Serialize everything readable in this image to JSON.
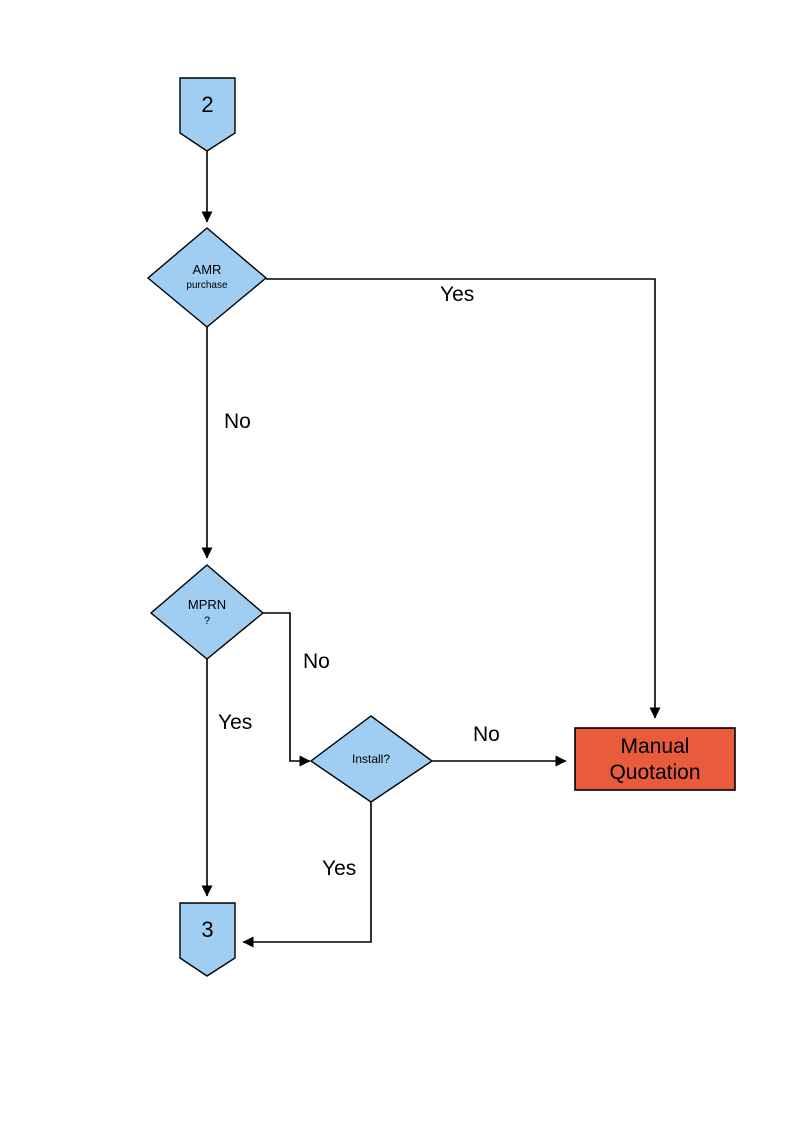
{
  "diagram": {
    "type": "flowchart",
    "title": "",
    "background": "#ffffff",
    "colors": {
      "process_fill": "#9FCEF2",
      "decision_fill": "#9FCEF2",
      "terminator_fill": "#9FCEF2",
      "manual_fill": "#E85B3C",
      "stroke": "#000000",
      "text": "#000000"
    },
    "nodes": {
      "start_connector": {
        "label": "2",
        "shape": "pentagon-connector"
      },
      "amr_decision": {
        "line1": "AMR",
        "line2": "purchase",
        "shape": "diamond"
      },
      "mprn_decision": {
        "line1": "MPRN",
        "line2": "?",
        "shape": "diamond"
      },
      "install_decision": {
        "label": "Install?",
        "shape": "diamond"
      },
      "manual_quotation": {
        "line1": "Manual",
        "line2": "Quotation",
        "shape": "rectangle"
      },
      "end_connector": {
        "label": "3",
        "shape": "pentagon-connector"
      }
    },
    "edges": [
      {
        "id": "start-to-amr",
        "from": "start_connector",
        "to": "amr_decision",
        "label": ""
      },
      {
        "id": "amr-yes",
        "from": "amr_decision",
        "to": "manual_quotation",
        "label": "Yes"
      },
      {
        "id": "amr-no",
        "from": "amr_decision",
        "to": "mprn_decision",
        "label": "No"
      },
      {
        "id": "mprn-no",
        "from": "mprn_decision",
        "to": "install_decision",
        "label": "No"
      },
      {
        "id": "mprn-yes",
        "from": "mprn_decision",
        "to": "end_connector",
        "label": "Yes"
      },
      {
        "id": "install-no",
        "from": "install_decision",
        "to": "manual_quotation",
        "label": "No"
      },
      {
        "id": "install-yes",
        "from": "install_decision",
        "to": "end_connector",
        "label": "Yes"
      }
    ]
  }
}
